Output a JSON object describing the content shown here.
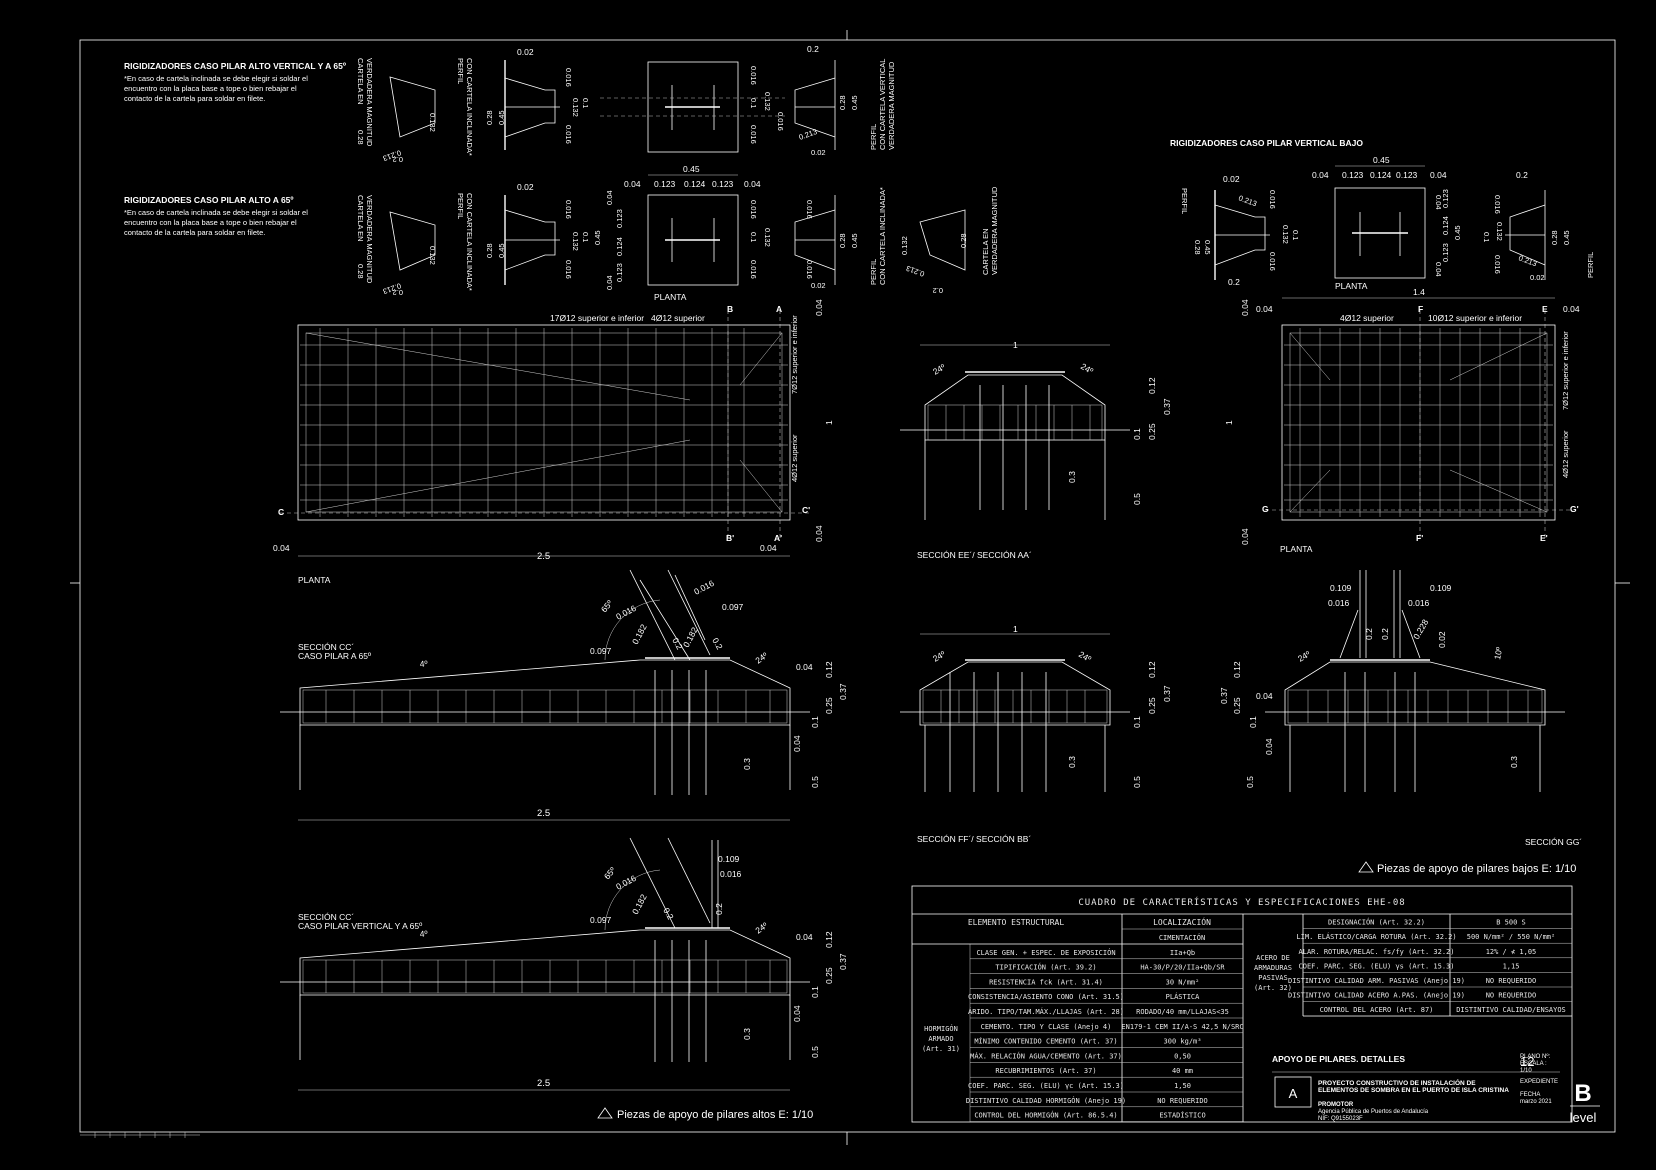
{
  "notes": {
    "high_vertical_title": "RIGIDIZADORES CASO PILAR ALTO VERTICAL Y  A 65º",
    "high_vertical_text": [
      "*En caso de cartela inclinada se debe elegir si soldar el",
      "encuentro con la placa base a tope o bien rebajar el",
      "contacto de la cartela para soldar en filete."
    ],
    "high_65_title": "RIGIDIZADORES CASO PILAR ALTO A 65º",
    "high_65_text": [
      "*En caso de cartela inclinada se debe elegir si soldar el",
      "encuentro con la placa base a tope o bien rebajar el",
      "contacto de la cartela para soldar en filete."
    ],
    "low_title": "RIGIDIZADORES CASO PILAR VERTICAL BAJO"
  },
  "labels": {
    "cartela_vm": [
      "CARTELA EN",
      "VERDADERA MAGNITUD"
    ],
    "perfil_incl": [
      "PERFIL",
      "CON CARTELA INCLINADA*"
    ],
    "perfil_vert": [
      "PERFIL",
      "CON CARTELA VERTICAL",
      "VERDADERA MAGNITUD"
    ],
    "perfil": "PERFIL",
    "planta": "PLANTA",
    "d002": "0.02",
    "d016": "0.016",
    "d028": "0.28",
    "d045": "0.45",
    "d0132": "0.132",
    "d0213": "0.213",
    "d02": "0.2",
    "d01": "0.1",
    "d004": "0.04",
    "d0123": "0.123",
    "d0124": "0.124",
    "d1": "1",
    "d14": "1.4",
    "d25": "2.5",
    "d012": "0.12",
    "d037": "0.37",
    "d03": "0.3",
    "d05": "0.5",
    "d025": "0.25",
    "d0109": "0.109",
    "d0097": "0.097",
    "d0182": "0.182",
    "d0228": "0.228",
    "a24": "24º",
    "a65": "65º",
    "a4": "4º",
    "a10": "10º",
    "bar_17": "17Ø12 superior e inferior",
    "bar_4sup": "4Ø12 superior",
    "bar_7": "7Ø12 superior e inferior",
    "bar_10": "10Ø12 superior e inferior",
    "B": "B",
    "A": "A",
    "C": "C",
    "Cp": "C'",
    "Bp": "B'",
    "Ap": "A'",
    "F": "F",
    "E": "E",
    "G": "G",
    "Gp": "G'",
    "Fp": "F'",
    "Ep": "E'",
    "sec_ee_aa": "SECCIÓN EE´/ SECCIÓN AA´",
    "sec_cc_65": [
      "SECCIÓN CC´",
      "CASO PILAR  A 65º"
    ],
    "sec_cc_v65": [
      "SECCIÓN CC´",
      "CASO PILAR VERTICAL Y A 65º"
    ],
    "sec_ff_bb": "SECCIÓN FF´/ SECCIÓN BB´",
    "sec_gg": "SECCIÓN GG´",
    "caption_low": "Piezas de apoyo de pilares bajos E: 1/10",
    "caption_high": "Piezas de apoyo de pilares altos E: 1/10"
  },
  "table": {
    "title": "CUADRO DE CARACTERÍSTICAS Y ESPECIFICACIONES EHE-08",
    "col_elem": "ELEMENTO ESTRUCTURAL",
    "col_loc": "LOCALIZACIÓN",
    "col_cim": "CIMENTACIÓN",
    "group_left": [
      "HORMIGÓN",
      "ARMADO",
      "(Art. 31)"
    ],
    "left_rows": [
      [
        "CLASE GEN. + ESPEC. DE EXPOSICIÓN",
        "IIa+Qb"
      ],
      [
        "TIPIFICACIÓN  (Art. 39.2)",
        "HA-30/P/20/IIa+Qb/SR"
      ],
      [
        "RESISTENCIA fck  (Art. 31.4)",
        "30 N/mm²"
      ],
      [
        "CONSISTENCIA/ASIENTO CONO  (Art. 31.5)",
        "PLÁSTICA"
      ],
      [
        "ÁRIDO. TIPO/TAM.MÁX./LLAJAS  (Art. 28)",
        "RODADO/40 mm/LLAJAS<35"
      ],
      [
        "CEMENTO. TIPO Y CLASE  (Anejo 4)",
        "EN179-1 CEM II/A-S 42,5 N/SRC"
      ],
      [
        "MÍNIMO CONTENIDO CEMENTO  (Art. 37)",
        "300 kg/m³"
      ],
      [
        "MÁX. RELACIÓN AGUA/CEMENTO  (Art. 37)",
        "0,50"
      ],
      [
        "RECUBRIMIENTOS  (Art. 37)",
        "40 mm"
      ],
      [
        "COEF. PARC. SEG. (ELU) γc  (Art. 15.3)",
        "1,50"
      ],
      [
        "DISTINTIVO CALIDAD HORMIGÓN  (Anejo 19)",
        "NO REQUERIDO"
      ],
      [
        "CONTROL DEL HORMIGÓN  (Art. 86.5.4)",
        "ESTADÍSTICO"
      ]
    ],
    "group_right": [
      "ACERO DE",
      "ARMADURAS",
      "PASIVAS",
      "(Art. 32)"
    ],
    "right_rows": [
      [
        "DESIGNACIÓN  (Art. 32.2)",
        "B 500 S"
      ],
      [
        "LÍM. ELÁSTICO/CARGA ROTURA  (Art. 32.2)",
        "500 N/mm²  /  550 N/mm²"
      ],
      [
        "ALAR. ROTURA/RELAC. fs/fy  (Art. 32.2)",
        "12%   /   ≮ 1,05"
      ],
      [
        "COEF. PARC. SEG. (ELU) γs  (Art. 15.3)",
        "1,15"
      ],
      [
        "DISTINTIVO CALIDAD ARM. PASIVAS  (Anejo 19)",
        "NO REQUERIDO"
      ],
      [
        "DISTINTIVO CALIDAD ACERO A.PAS.  (Anejo 19)",
        "NO REQUERIDO"
      ],
      [
        "CONTROL DEL ACERO  (Art. 87)",
        "DISTINTIVO CALIDAD/ENSAYOS"
      ]
    ]
  },
  "titleblock": {
    "sheet_title": "APOYO DE PILARES. DETALLES",
    "plano_label": "PLANO Nº:",
    "plano_num": "12",
    "escala_label": "ESCALA :",
    "escala": "1/10",
    "expediente_label": "EXPEDIENTE",
    "fecha_label": "FECHA",
    "fecha": "marzo 2021",
    "project_line1": "PROYECTO CONSTRUCTIVO DE INSTALACIÓN DE",
    "project_line2": "ELEMENTOS DE SOMBRA EN EL PUERTO DE ISLA CRISTINA",
    "promotor_label": "PROMOTOR",
    "promotor": "Agencia Pública de Puertos de Andalucía",
    "nif": "NIF: Q9155023F",
    "logo_letter": "A",
    "brand_letter": "B",
    "brand_word": "level"
  }
}
